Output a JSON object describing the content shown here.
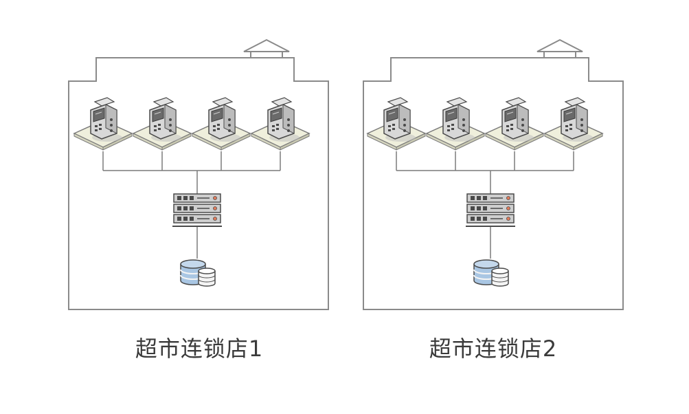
{
  "stores": [
    {
      "label": "超市连锁店1",
      "pos_terminals": 4,
      "servers": 1,
      "databases": 1
    },
    {
      "label": "超市连锁店2",
      "pos_terminals": 4,
      "servers": 1,
      "databases": 1
    }
  ],
  "colors": {
    "outline": "#8a8a8a",
    "wire": "#7a7a7a",
    "pad_fill": "#efefdc",
    "terminal_gray": "#d8d8d8",
    "terminal_dark": "#4a4a4a",
    "server_gray": "#cfcfcf",
    "db_blue": "#a9c6e3",
    "db_white": "#f4f4f4",
    "label": "#3a3a3a"
  },
  "icons": [
    "building-outline",
    "roof-vent-icon",
    "pos-terminal-icon",
    "server-rack-icon",
    "database-icon"
  ]
}
